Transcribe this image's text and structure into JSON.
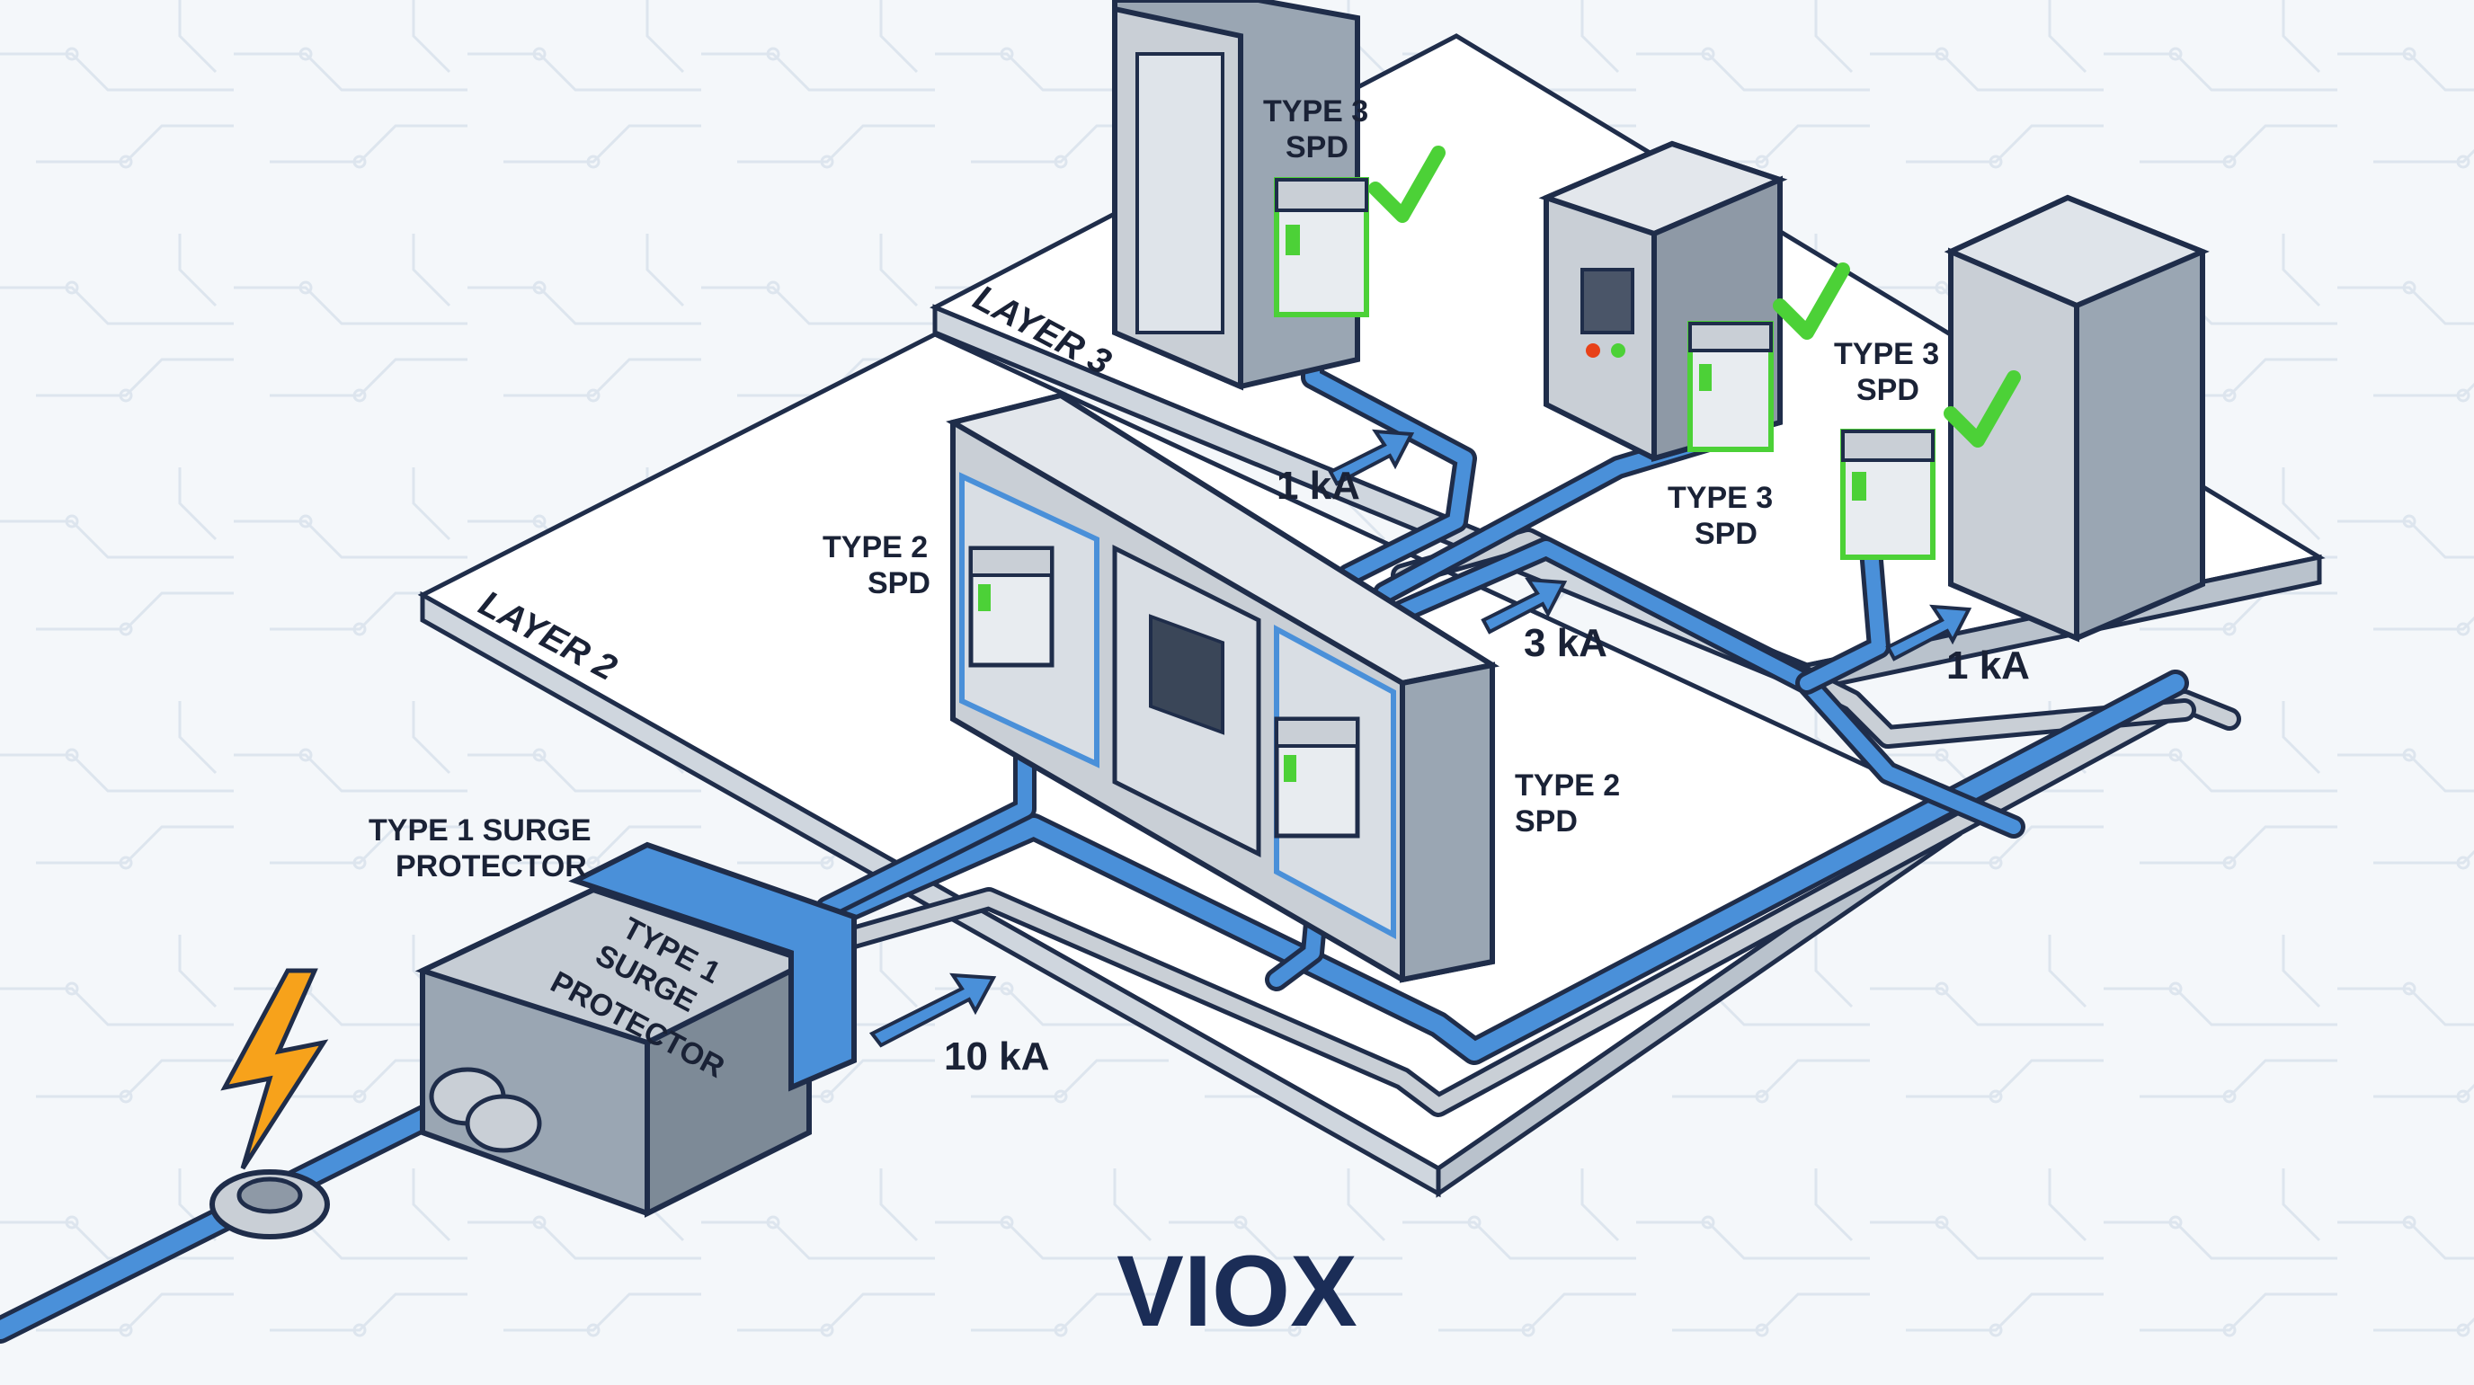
{
  "layers": {
    "layer2": "LAYER 2",
    "layer3": "LAYER 3"
  },
  "labels": {
    "type1_line1": "TYPE 1 SURGE",
    "type1_line2": "PROTECTOR",
    "type1_box_line1": "TYPE 1",
    "type1_box_line2": "SURGE",
    "type1_box_line3": "PROTECTOR",
    "type2_left_line1": "TYPE 2",
    "type2_left_line2": "SPD",
    "type2_right_line1": "TYPE 2",
    "type2_right_line2": "SPD",
    "type3_top_line1": "TYPE 3",
    "type3_top_line2": "SPD",
    "type3_mid_line1": "TYPE 3",
    "type3_mid_line2": "SPD",
    "type3_right_line1": "TYPE 3",
    "type3_right_line2": "SPD"
  },
  "currents": {
    "main": "10 kA",
    "layer2": "3 kA",
    "server_left": "1 kA",
    "server_right": "1 kA"
  },
  "brand": "VIOX",
  "colors": {
    "cable_blue": "#4a90d9",
    "outline": "#1f2d4a",
    "panel_gray": "#c9cfd6",
    "check_green": "#4cd137",
    "bolt_orange": "#f7a21b",
    "brand_navy": "#1b2d57"
  },
  "icons": [
    "lightning-bolt-icon",
    "check-icon",
    "arrow-icon"
  ]
}
